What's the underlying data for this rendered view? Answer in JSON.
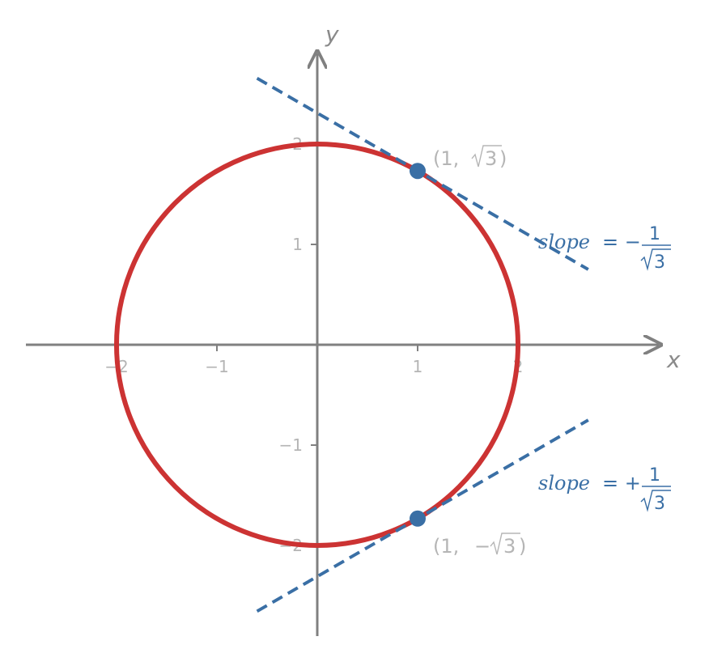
{
  "colors": {
    "axis": "#808080",
    "circle": "#cc3333",
    "tangent": "#3a6fa5",
    "point": "#3a6fa5",
    "muted_text": "#b5b5b5"
  },
  "axes": {
    "x_label": "x",
    "y_label": "y",
    "x_ticks": [
      {
        "value": -2,
        "label": "−2"
      },
      {
        "value": -1,
        "label": "−1"
      },
      {
        "value": 1,
        "label": "1"
      },
      {
        "value": 2,
        "label": "2"
      }
    ],
    "y_ticks": [
      {
        "value": 2,
        "label": "2"
      },
      {
        "value": 1,
        "label": "1"
      },
      {
        "value": -1,
        "label": "−1"
      },
      {
        "value": -2,
        "label": "−2"
      }
    ]
  },
  "circle": {
    "radius": 2
  },
  "points": [
    {
      "x": 1,
      "y": 1.7320508,
      "label_open": "(1, ",
      "label_value": "3",
      "label_close": ")"
    },
    {
      "x": 1,
      "y": -1.7320508,
      "label_open": "(1, ",
      "label_value": "3",
      "label_minus": "−",
      "label_close": ")"
    }
  ],
  "tangents": [
    {
      "x_from": -0.6,
      "x_to": 2.7,
      "slope": -0.5773503,
      "through": [
        1,
        1.7320508
      ]
    },
    {
      "x_from": -0.6,
      "x_to": 2.7,
      "slope": 0.5773503,
      "through": [
        1,
        -1.7320508
      ]
    }
  ],
  "slope_labels": [
    {
      "word": "slope",
      "sign": "= −",
      "numerator": "1",
      "denominator": "3"
    },
    {
      "word": "slope",
      "sign": "= +",
      "numerator": "1",
      "denominator": "3"
    }
  ]
}
